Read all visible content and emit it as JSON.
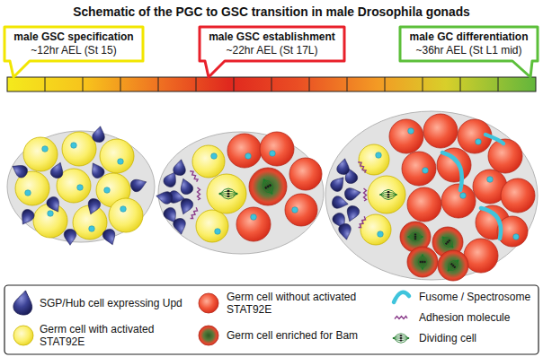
{
  "diagram": {
    "title": "Schematic of the PGC to GSC transition in male Drosophila gonads",
    "nodes": [
      {
        "text": [
          "male GSC specification",
          "~12hr AEL (St 15)"
        ]
      },
      {
        "text": [
          "male GSC establishment",
          "~22hr AEL (St 17L)"
        ]
      },
      {
        "text": [
          "male GC differentiation",
          "~36hr AEL (St L1 mid)"
        ]
      }
    ],
    "legend": [
      {
        "text": "SGP/Hub cell expressing Upd"
      },
      {
        "text": "Germ cell with activated STAT92E"
      },
      {
        "text": "Germ cell without activated STAT92E"
      },
      {
        "text": "Germ cell enriched for Bam"
      },
      {
        "text": "Fusome / Spectrosome"
      },
      {
        "text": "Adhesion molecule"
      },
      {
        "text": "Dividing cell"
      }
    ]
  }
}
